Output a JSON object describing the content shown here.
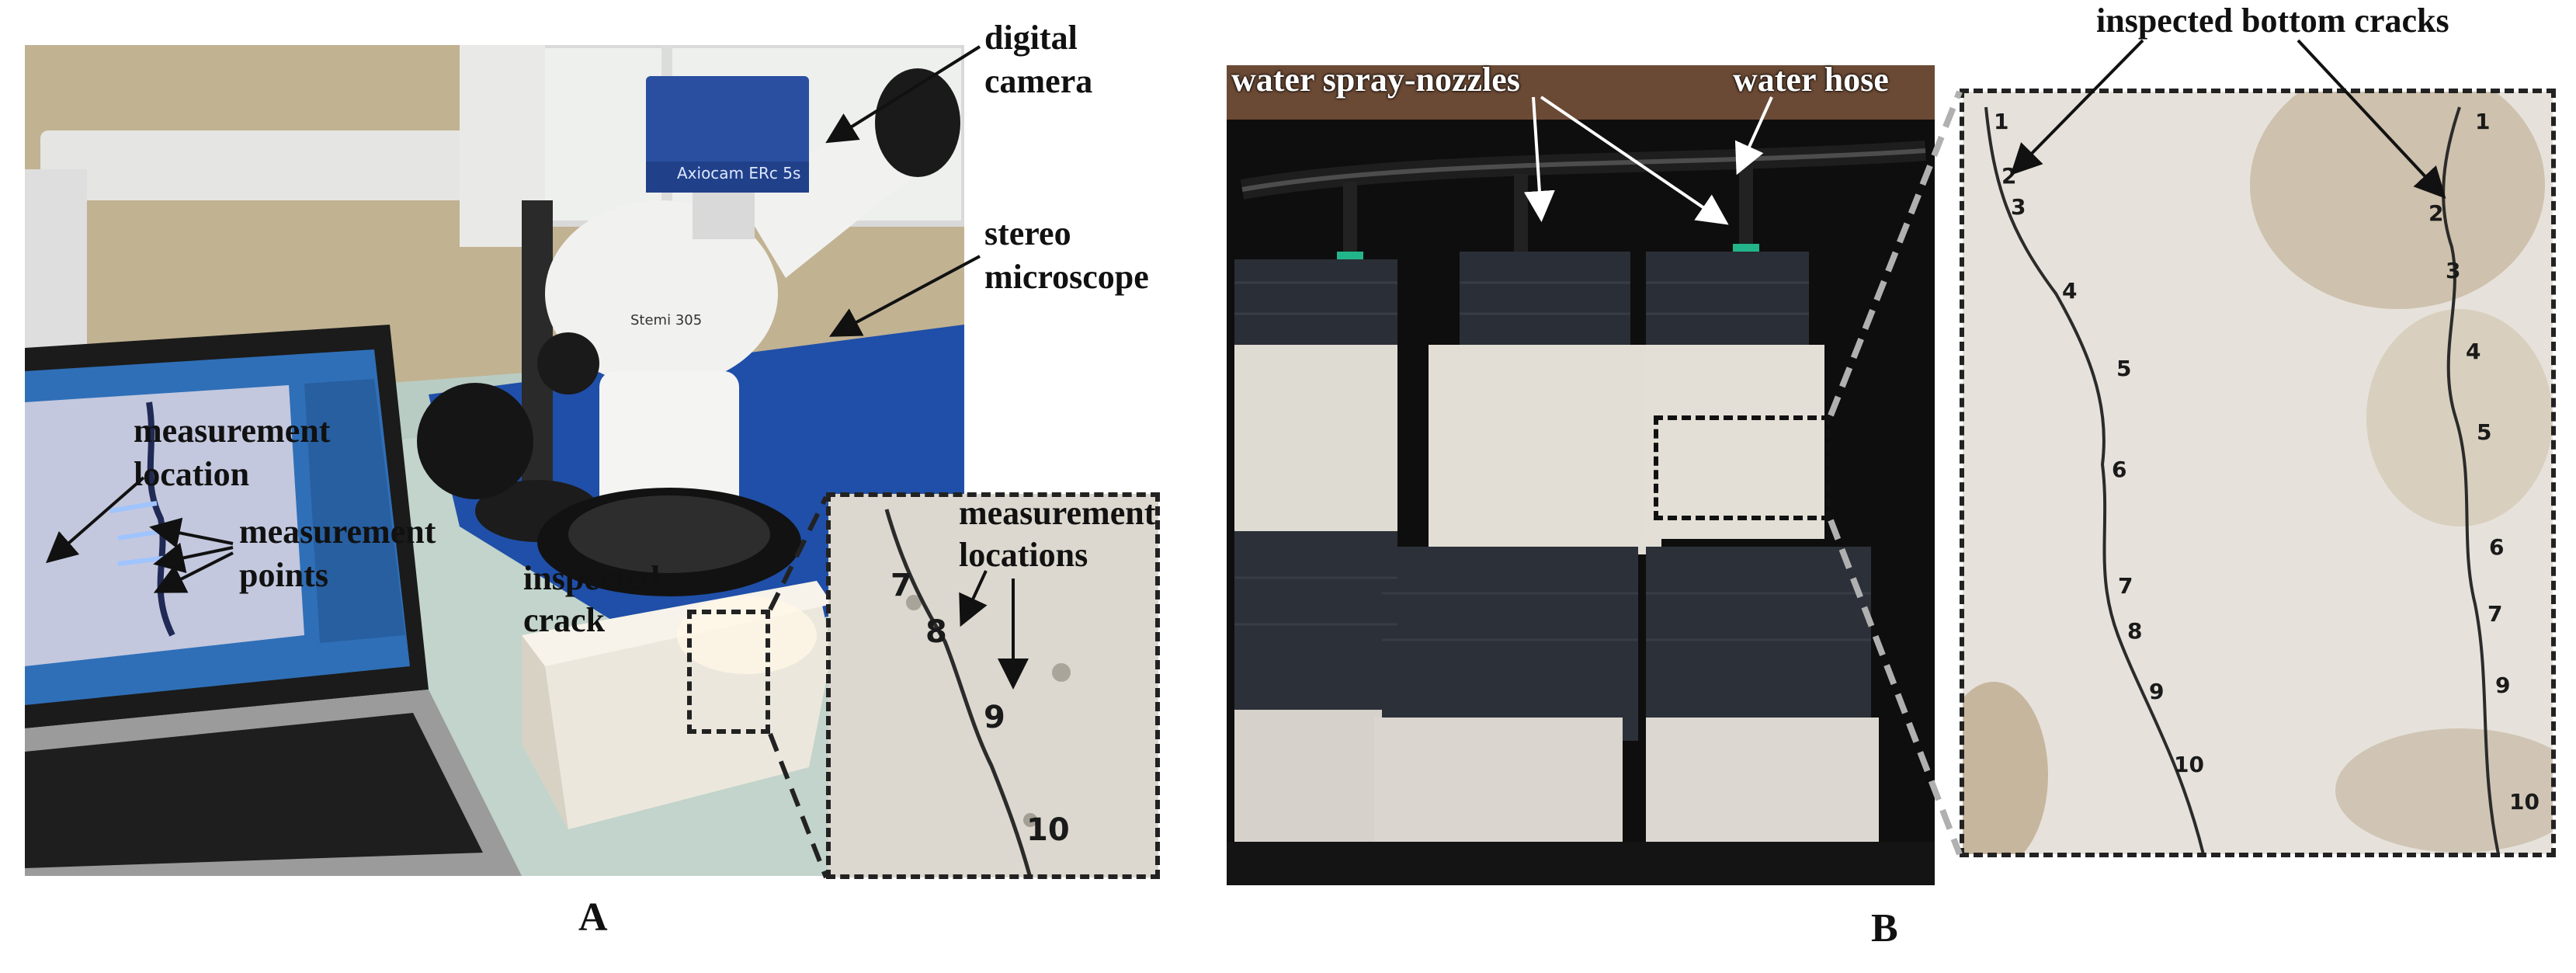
{
  "panel_a": {
    "letter": "A",
    "labels": {
      "digital_camera_1": "digital",
      "digital_camera_2": "camera",
      "stereo_1": "stereo",
      "stereo_2": "microscope",
      "measurement_location_1": "measurement",
      "measurement_location_2": "location",
      "measurement_points_1": "measurement",
      "measurement_points_2": "points",
      "inspected_crack_1": "inspected",
      "inspected_crack_2": "crack",
      "measurement_locations_1": "measurement",
      "measurement_locations_2": "locations"
    },
    "camera_brand": "Axiocam ERc 5s",
    "microscope_brand": "Stemi 305",
    "zoom_marks": [
      "7",
      "8",
      "9",
      "10"
    ]
  },
  "panel_b": {
    "letter": "B",
    "labels": {
      "water_spray_nozzles": "water spray-nozzles",
      "water_hose": "water hose",
      "inspected_bottom_cracks": "inspected bottom cracks"
    },
    "left_crack_marks": [
      "1",
      "2",
      "3",
      "4",
      "5",
      "6",
      "7",
      "8",
      "9",
      "10"
    ],
    "right_crack_marks": [
      "1",
      "2",
      "3",
      "4",
      "5",
      "6",
      "7",
      "9",
      "10"
    ]
  }
}
